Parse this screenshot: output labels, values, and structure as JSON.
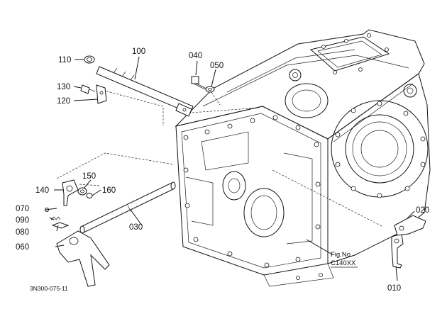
{
  "diagram_code": "3N300-075-11",
  "figure_ref": {
    "line1": "Fig.No.",
    "line2": "C140XX"
  },
  "part_labels": {
    "p010": "010",
    "p020": "020",
    "p030": "030",
    "p040": "040",
    "p050": "050",
    "p060": "060",
    "p070": "070",
    "p080": "080",
    "p090": "090",
    "p100": "100",
    "p110": "110",
    "p120": "120",
    "p130": "130",
    "p140": "140",
    "p150": "150",
    "p160": "160"
  }
}
